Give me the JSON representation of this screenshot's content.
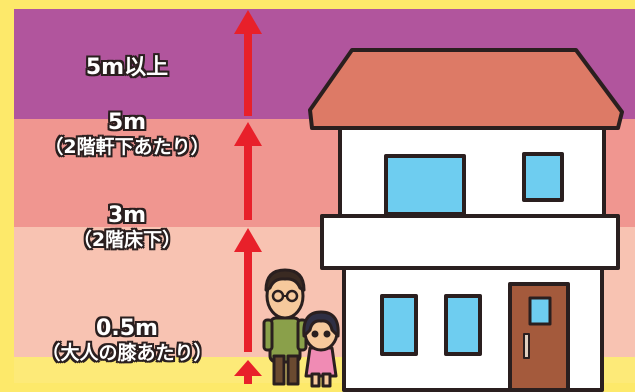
{
  "levels": [
    {
      "value": "5m以上",
      "note": ""
    },
    {
      "value": "5m",
      "note": "（2階軒下あたり）"
    },
    {
      "value": "3m",
      "note": "（2階床下）"
    },
    {
      "value": "0.5m",
      "note": "（大人の膝あたり）"
    }
  ],
  "colors": {
    "band_top": "#b1559d",
    "band_5m": "#f09690",
    "band_3m": "#f8c3b2",
    "ground": "#fdea78",
    "arrow": "#e8202a",
    "roof": "#dd7a66",
    "window": "#6ecdf0",
    "door": "#a45a3c"
  }
}
